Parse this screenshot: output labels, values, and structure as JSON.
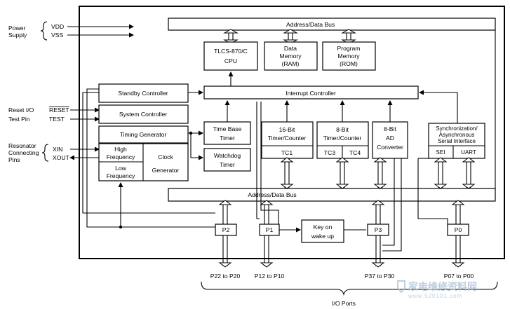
{
  "left_labels": {
    "power_supply": [
      "Power",
      "Supply"
    ],
    "vdd": "VDD",
    "vss": "VSS",
    "reset_io": "Reset I/O",
    "test_pin": "Test Pin",
    "reset": "RESET",
    "test": "TEST",
    "resonator": [
      "Resonator",
      "Connecting",
      "Pins"
    ],
    "xin": "XIN",
    "xout": "XOUT"
  },
  "buses": {
    "top": "Address/Data Bus",
    "bottom": "Address/Data Bus"
  },
  "blocks": {
    "cpu": [
      "TLCS-870/C",
      "CPU"
    ],
    "ram": [
      "Data",
      "Memory",
      "(RAM)"
    ],
    "rom": [
      "Program",
      "Memory",
      "(ROM)"
    ],
    "standby": "Standby Controller",
    "system": "System Controller",
    "timing": "Timing Generator",
    "high_freq": [
      "High",
      "Frequency"
    ],
    "low_freq": [
      "Low",
      "Frequency"
    ],
    "clock_gen": [
      "Clock",
      "Generator"
    ],
    "interrupt": "Interrupt Controller",
    "time_base": [
      "Time Base",
      "Timer"
    ],
    "watchdog": [
      "Watchdog",
      "Timer"
    ],
    "timer16": [
      "16-Bit",
      "Timer/Counter"
    ],
    "tc1": "TC1",
    "timer8": [
      "8-Bit",
      "Timer/Counter"
    ],
    "tc3": "TC3",
    "tc4": "TC4",
    "adc": [
      "8-Bit",
      "AD",
      "Converter"
    ],
    "serial": [
      "Synchronization/",
      "Asynchronous",
      "Serial Interface"
    ],
    "sei": "SEI",
    "uart": "UART",
    "key_wakeup": [
      "Key on",
      "wake up"
    ]
  },
  "ports": {
    "p2": "P2",
    "p1": "P1",
    "p3": "P3",
    "p0": "P0"
  },
  "port_ranges": {
    "p2": "P22 to P20",
    "p1": "P12 to P10",
    "p3": "P37 to P30",
    "p0": "P07 to P00"
  },
  "io_ports": "I/O Ports",
  "watermark": {
    "logo": "家电维修资料网",
    "url": "www.520101.com"
  }
}
